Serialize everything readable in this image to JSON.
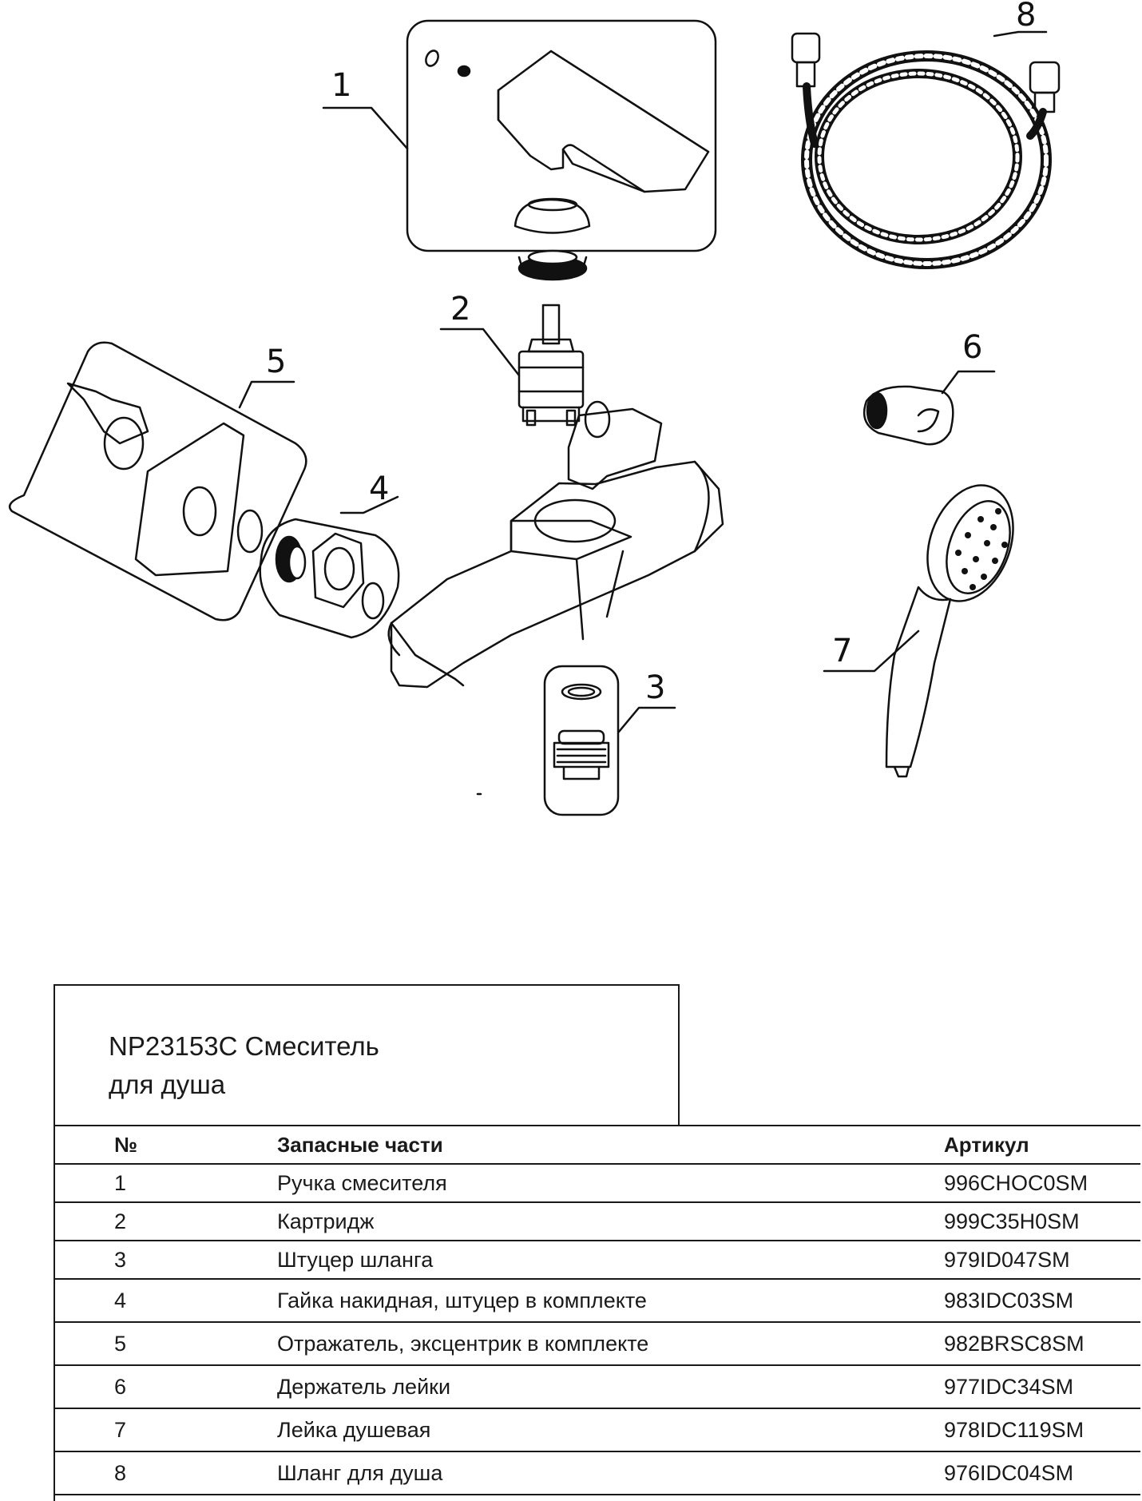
{
  "callouts": [
    "1",
    "2",
    "3",
    "4",
    "5",
    "6",
    "7",
    "8"
  ],
  "title": {
    "line1": "NP23153C Смеситель",
    "line2": "для душа"
  },
  "table": {
    "headers": [
      "№",
      "Запасные части",
      "Артикул"
    ],
    "rows": [
      {
        "no": "1",
        "name": "Ручка смесителя",
        "article": "996CHOC0SM"
      },
      {
        "no": "2",
        "name": "Картридж",
        "article": "999C35H0SM"
      },
      {
        "no": "3",
        "name": "Штуцер шланга",
        "article": "979ID047SM"
      },
      {
        "no": "4",
        "name": "Гайка накидная, штуцер в комплекте",
        "article": "983IDC03SM"
      },
      {
        "no": "5",
        "name": "Отражатель, эксцентрик в комплекте",
        "article": "982BRSC8SM"
      },
      {
        "no": "6",
        "name": "Держатель лейки",
        "article": "977IDC34SM"
      },
      {
        "no": "7",
        "name": "Лейка душевая",
        "article": "978IDC119SM"
      },
      {
        "no": "8",
        "name": "Шланг для душа",
        "article": "976IDC04SM"
      }
    ]
  }
}
